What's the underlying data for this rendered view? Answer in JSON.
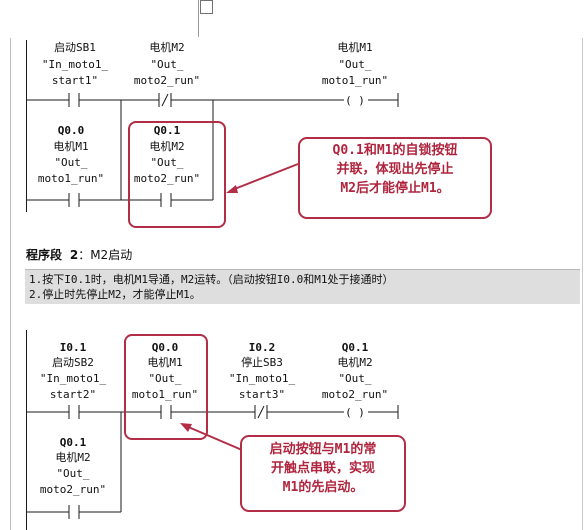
{
  "network1": {
    "contacts_top": [
      {
        "name": "启动SB1",
        "symbol": "\"In_moto1_",
        "symbol2": "start1\""
      },
      {
        "name": "电机M2",
        "symbol": "\"Out_",
        "symbol2": "moto2_run\""
      }
    ],
    "coil": {
      "name": "电机M1",
      "symbol": "\"Out_",
      "symbol2": "moto1_run\"",
      "glyph": "( )"
    },
    "branch_q00": {
      "addr": "Q0.0",
      "name": "电机M1",
      "symbol": "\"Out_",
      "symbol2": "moto1_run\""
    },
    "branch_q01": {
      "addr": "Q0.1",
      "name": "电机M2",
      "symbol": "\"Out_",
      "symbol2": "moto2_run\""
    },
    "callout": "Q0.1和M1的自锁按钮\n并联，体现出先停止\nM2后才能停止M1。"
  },
  "network2": {
    "title_prefix": "程序段",
    "title_number": "2",
    "title_suffix": "：M2启动",
    "comment_lines": [
      "1.按下I0.1时，电机M1导通，M2运转。（启动按钮I0.0和M1处于接通时）",
      "2.停止时先停止M2，才能停止M1。"
    ],
    "contacts_top": [
      {
        "addr": "I0.1",
        "name": "启动SB2",
        "symbol": "\"In_moto1_",
        "symbol2": "start2\""
      },
      {
        "addr": "Q0.0",
        "name": "电机M1",
        "symbol": "\"Out_",
        "symbol2": "moto1_run\""
      },
      {
        "addr": "I0.2",
        "name": "停止SB3",
        "symbol": "\"In_moto1_",
        "symbol2": "start3\""
      }
    ],
    "coil": {
      "addr": "Q0.1",
      "name": "电机M2",
      "symbol": "\"Out_",
      "symbol2": "moto2_run\"",
      "glyph": "( )"
    },
    "branch": {
      "addr": "Q0.1",
      "name": "电机M2",
      "symbol": "\"Out_",
      "symbol2": "moto2_run\""
    },
    "callout": "启动按钮与M1的常\n开触点串联，实现\nM1的先启动。"
  },
  "colors": {
    "accent": "#b22d46",
    "comment_bg": "#dedede"
  }
}
